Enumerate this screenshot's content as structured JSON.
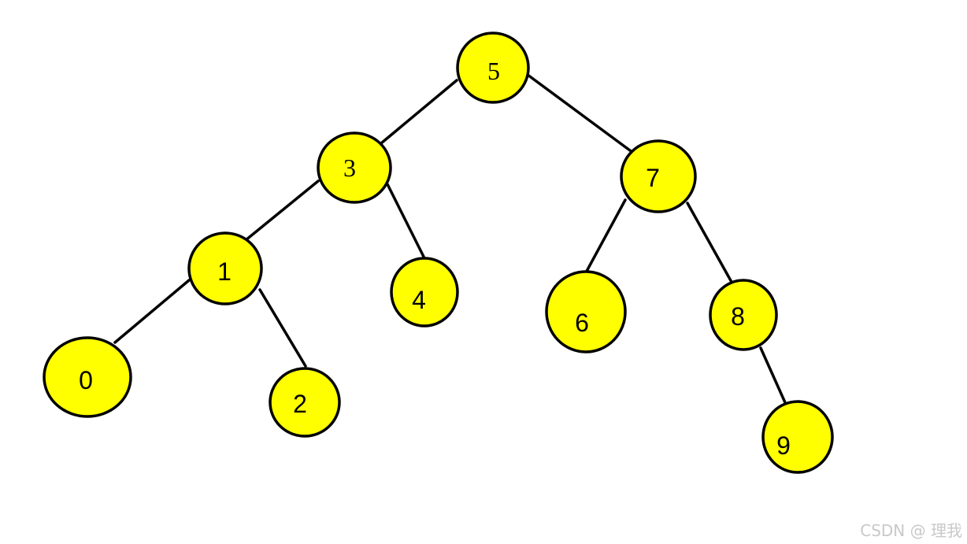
{
  "diagram": {
    "type": "binary-search-tree",
    "node_fill": "#ffff00",
    "node_stroke": "#000000",
    "edge_color": "#000000",
    "nodes": [
      {
        "id": "n5",
        "label": "5"
      },
      {
        "id": "n3",
        "label": "3"
      },
      {
        "id": "n7",
        "label": "7"
      },
      {
        "id": "n1",
        "label": "1"
      },
      {
        "id": "n4",
        "label": "4"
      },
      {
        "id": "n6",
        "label": "6"
      },
      {
        "id": "n8",
        "label": "8"
      },
      {
        "id": "n0",
        "label": "0"
      },
      {
        "id": "n2",
        "label": "2"
      },
      {
        "id": "n9",
        "label": "9"
      }
    ],
    "edges": [
      {
        "from": "n5",
        "to": "n3"
      },
      {
        "from": "n5",
        "to": "n7"
      },
      {
        "from": "n3",
        "to": "n1"
      },
      {
        "from": "n3",
        "to": "n4"
      },
      {
        "from": "n7",
        "to": "n6"
      },
      {
        "from": "n7",
        "to": "n8"
      },
      {
        "from": "n1",
        "to": "n0"
      },
      {
        "from": "n1",
        "to": "n2"
      },
      {
        "from": "n8",
        "to": "n9"
      }
    ]
  },
  "watermark": "CSDN @ 理我"
}
